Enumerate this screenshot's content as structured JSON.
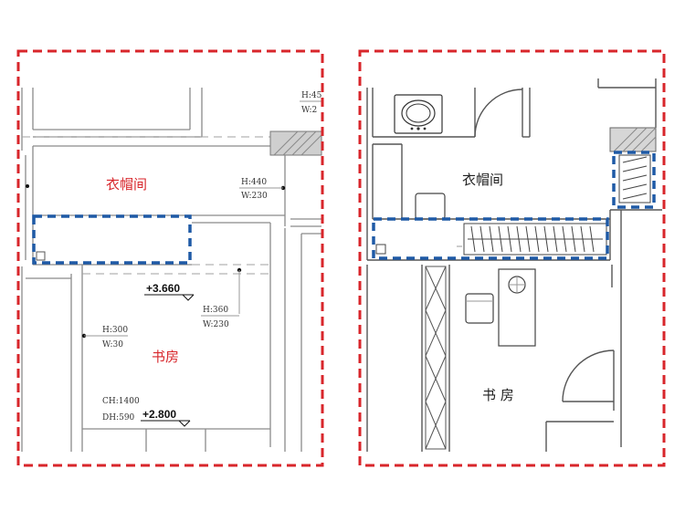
{
  "colors": {
    "frame_red": "#d8262b",
    "highlight_blue": "#1f5aa6",
    "wall_gray": "#8a8a8a"
  },
  "left_plan": {
    "room_wardrobe": "衣帽间",
    "room_study": "书房",
    "dim_h440": "H:440",
    "dim_w230_a": "W:230",
    "dim_h360": "H:360",
    "dim_w230_b": "W:230",
    "dim_h300": "H:300",
    "dim_w30": "W:30",
    "dim_ch": "CH:1400",
    "dim_dh": "DH:590",
    "level_a": "+3.660",
    "level_b": "+2.800",
    "dim_top_h": "H:45",
    "dim_top_w": "W:2"
  },
  "right_plan": {
    "room_wardrobe": "衣帽间",
    "room_study": "书 房"
  }
}
